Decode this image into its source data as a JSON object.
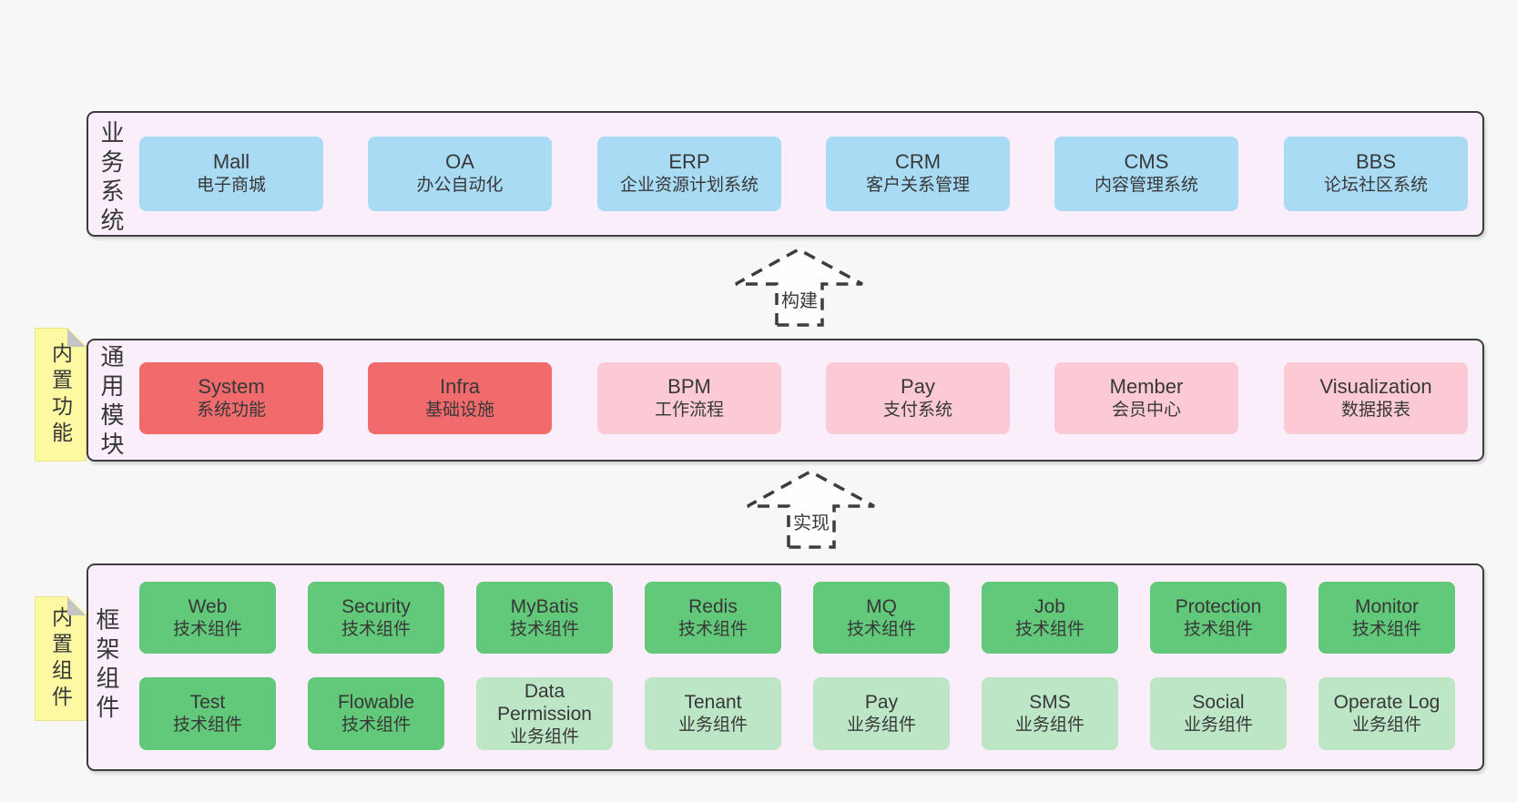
{
  "colors": {
    "page_background": "#f7f7f7",
    "container_bg": "#f9eef9",
    "container_border": "#3d3d3d",
    "blue_box": "#a9dbf5",
    "red_box": "#f16b6c",
    "pink_box": "#fbcad4",
    "green_dark_box": "#62c87a",
    "green_light_box": "#bce6c6",
    "sticky_note": "#fcf9a2",
    "text": "#383838"
  },
  "layers": [
    {
      "label": "业务系统",
      "boxes": [
        {
          "title": "Mall",
          "subtitle": "电子商城"
        },
        {
          "title": "OA",
          "subtitle": "办公自动化"
        },
        {
          "title": "ERP",
          "subtitle": "企业资源计划系统"
        },
        {
          "title": "CRM",
          "subtitle": "客户关系管理"
        },
        {
          "title": "CMS",
          "subtitle": "内容管理系统"
        },
        {
          "title": "BBS",
          "subtitle": "论坛社区系统"
        }
      ]
    },
    {
      "label": "通用模块",
      "sticky": "内置功能",
      "boxes": [
        {
          "title": "System",
          "subtitle": "系统功能"
        },
        {
          "title": "Infra",
          "subtitle": "基础设施"
        },
        {
          "title": "BPM",
          "subtitle": "工作流程"
        },
        {
          "title": "Pay",
          "subtitle": "支付系统"
        },
        {
          "title": "Member",
          "subtitle": "会员中心"
        },
        {
          "title": "Visualization",
          "subtitle": "数据报表"
        }
      ]
    },
    {
      "label": "框架组件",
      "sticky": "内置组件",
      "row1": [
        {
          "title": "Web",
          "subtitle": "技术组件"
        },
        {
          "title": "Security",
          "subtitle": "技术组件"
        },
        {
          "title": "MyBatis",
          "subtitle": "技术组件"
        },
        {
          "title": "Redis",
          "subtitle": "技术组件"
        },
        {
          "title": "MQ",
          "subtitle": "技术组件"
        },
        {
          "title": "Job",
          "subtitle": "技术组件"
        },
        {
          "title": "Protection",
          "subtitle": "技术组件"
        },
        {
          "title": "Monitor",
          "subtitle": "技术组件"
        }
      ],
      "row2": [
        {
          "title": "Test",
          "subtitle": "技术组件"
        },
        {
          "title": "Flowable",
          "subtitle": "技术组件"
        },
        {
          "title": "Data Permission",
          "subtitle": "业务组件"
        },
        {
          "title": "Tenant",
          "subtitle": "业务组件"
        },
        {
          "title": "Pay",
          "subtitle": "业务组件"
        },
        {
          "title": "SMS",
          "subtitle": "业务组件"
        },
        {
          "title": "Social",
          "subtitle": "业务组件"
        },
        {
          "title": "Operate Log",
          "subtitle": "业务组件"
        }
      ]
    }
  ],
  "arrows": [
    {
      "label": "构建"
    },
    {
      "label": "实现"
    }
  ]
}
